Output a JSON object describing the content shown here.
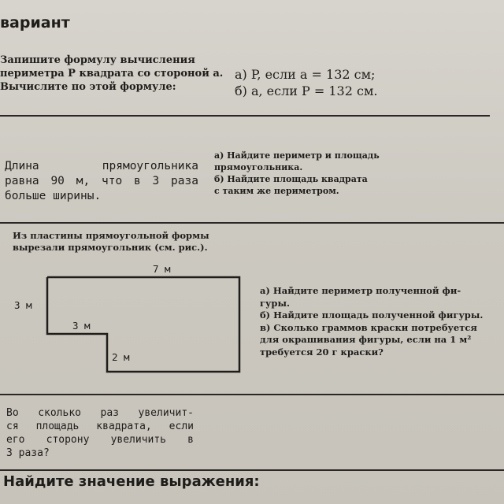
{
  "header": {
    "variant": "вариант"
  },
  "task1": {
    "lines": [
      "Запишите формулу вычисления",
      "периметра P квадрата со стороной a.",
      "Вычислите по этой формуле:"
    ],
    "questions": [
      "а) P, если a = 132 см;",
      "б) a, если P = 132 см."
    ]
  },
  "task2": {
    "text": {
      "line1_a": "Длина",
      "line1_b": "прямоугольника",
      "line2_a": "равна",
      "line2_b": "90",
      "line2_c": "м,",
      "line2_d": "что",
      "line2_e": "в",
      "line2_f": "3",
      "line2_g": "раза",
      "line3": "больше ширины."
    },
    "questions": [
      "а) Найдите периметр и площадь",
      "прямоугольника.",
      "б) Найдите площадь квадрата",
      "с таким же периметром."
    ]
  },
  "task3": {
    "intro": [
      "Из пластины прямоугольной формы",
      "вырезали прямоугольник (см. рис.)."
    ],
    "figure": {
      "top_label": "7 м",
      "left_label": "3 м",
      "cut_width_label": "3 м",
      "cut_height_label": "2 м"
    },
    "questions": [
      "а) Найдите периметр полученной фи-",
      "гуры.",
      "б) Найдите площадь полученной фигуры.",
      "в) Сколько граммов краски потребуется",
      "для окрашивания фигуры, если на 1 м²",
      "требуется 20 г краски?"
    ]
  },
  "task4": {
    "line1_a": "Во",
    "line1_b": "сколько",
    "line1_c": "раз",
    "line1_d": "увеличит-",
    "line2_a": "ся",
    "line2_b": "площадь",
    "line2_c": "квадрата,",
    "line2_d": "если",
    "line3_a": "его",
    "line3_b": "сторону",
    "line3_c": "увеличить",
    "line3_d": "в",
    "line4": "3 раза?"
  },
  "task5": {
    "title": "Найдите значение выражения:"
  }
}
